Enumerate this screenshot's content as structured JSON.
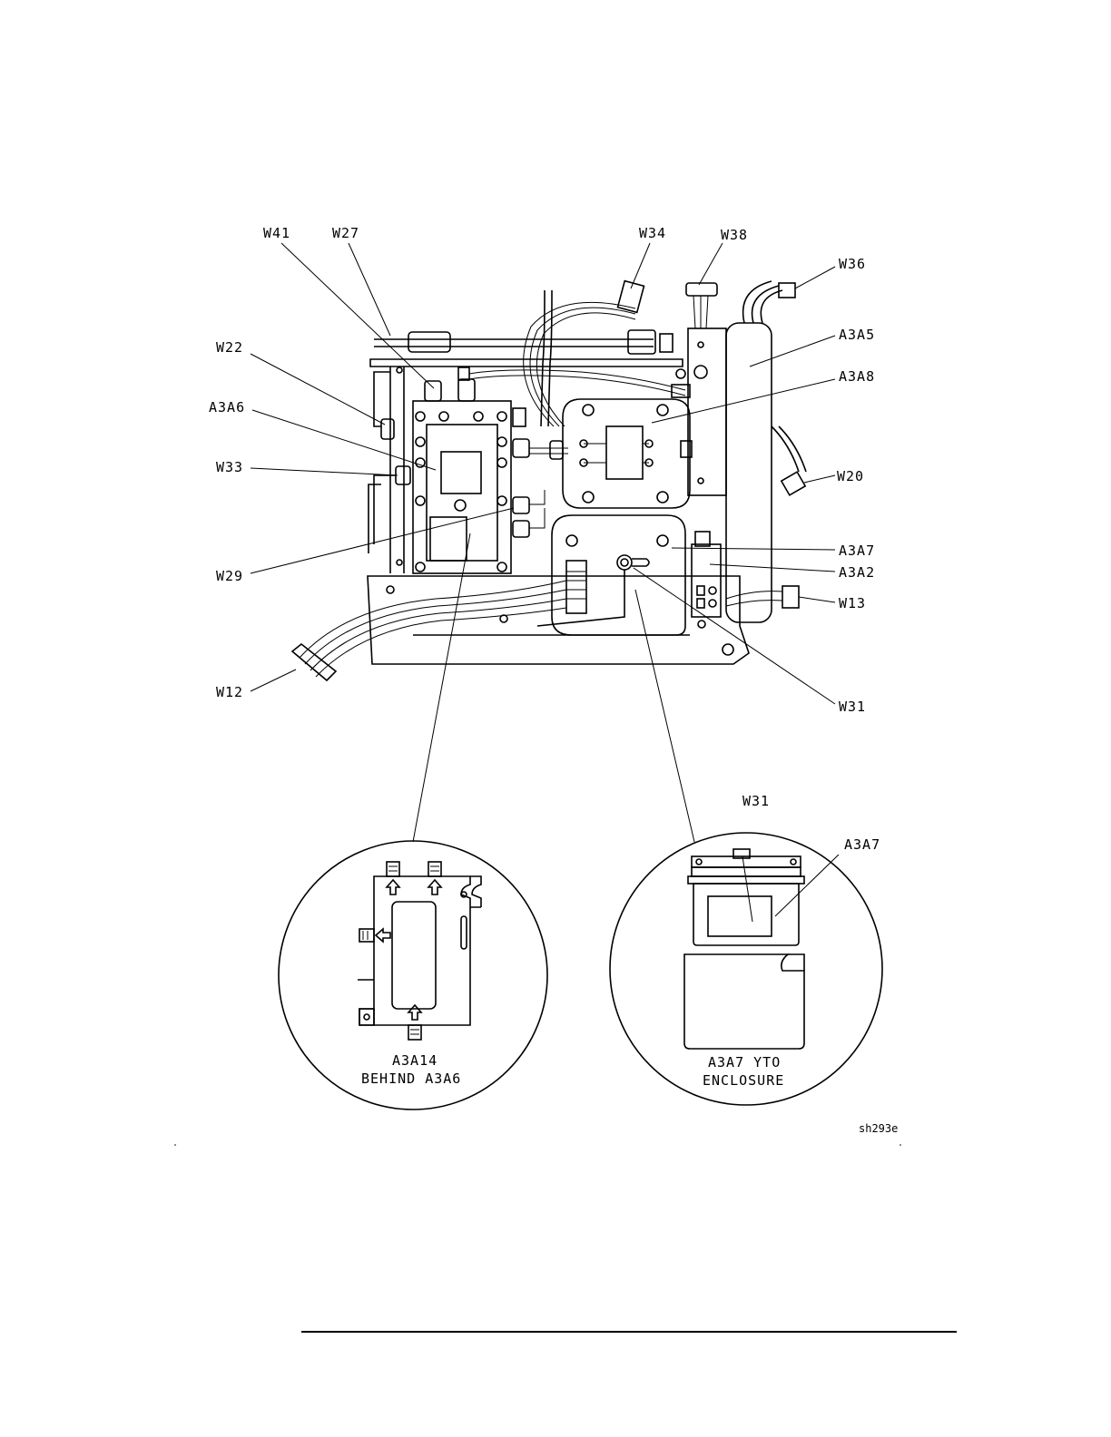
{
  "labels": {
    "w41": "W41",
    "w27": "W27",
    "w34": "W34",
    "w38": "W38",
    "w36": "W36",
    "w22": "W22",
    "a3a5": "A3A5",
    "a3a8": "A3A8",
    "a3a6": "A3A6",
    "w33": "W33",
    "w20": "W20",
    "w29": "W29",
    "a3a7": "A3A7",
    "a3a2": "A3A2",
    "w13": "W13",
    "w12": "W12",
    "w31": "W31",
    "detail_w31": "W31",
    "detail_a3a7": "A3A7"
  },
  "details": {
    "left_line1": "A3A14",
    "left_line2": "BEHIND A3A6",
    "right_line1": "A3A7 YTO",
    "right_line2": "ENCLOSURE"
  },
  "figure_ref": "sh293e"
}
